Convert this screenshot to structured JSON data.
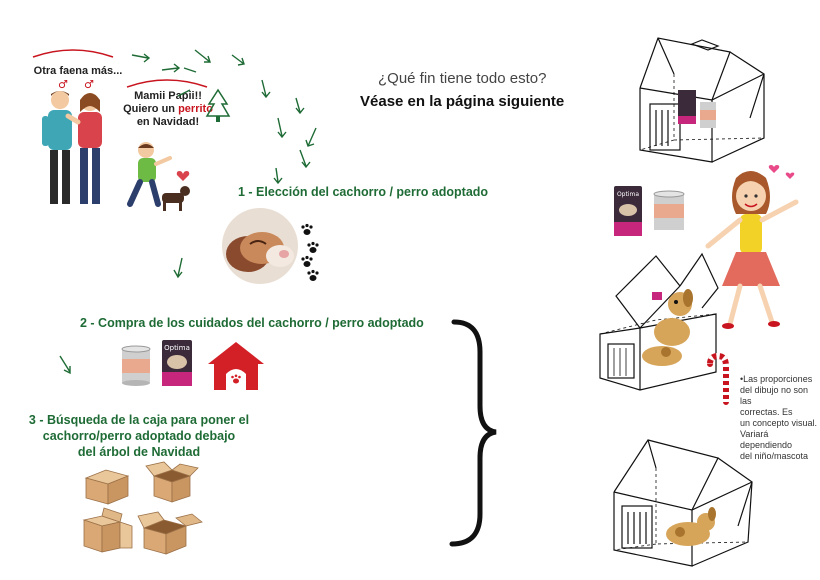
{
  "bubbles": {
    "parents": "Otra faena más...",
    "child_line1": "Mamii Papii!!",
    "child_line2_before": "Quiero un ",
    "child_line2_highlight": "perrito",
    "child_line3": "en Navidad!"
  },
  "header": {
    "question": "¿Qué fin tiene todo esto?",
    "subtitle": "Véase en la página siguiente"
  },
  "steps": [
    {
      "label": "1 - Elección del cachorro / perro adoptado"
    },
    {
      "label": "2 - Compra de los cuidados del cachorro / perro adoptado"
    },
    {
      "line1": "3 - Búsqueda de la caja para poner el",
      "line2": "cachorro/perro adoptado debajo",
      "line3": "del árbol de Navidad"
    }
  ],
  "products": {
    "bag_brand": "Optima"
  },
  "note": {
    "line1": "•Las proporciones",
    "line2": "del dibujo no son las",
    "line3": "correctas. Es",
    "line4": "un concepto visual.",
    "line5": "Variará dependiendo",
    "line6": "del niño/mascota"
  },
  "colors": {
    "accent_green": "#1e6b35",
    "accent_red": "#c8141e",
    "kennel_red": "#d32027"
  },
  "icons": [
    "paw-icon",
    "arrow-icon",
    "tree-icon",
    "heart-icon",
    "candy-cane-icon",
    "gift-box-icon"
  ]
}
